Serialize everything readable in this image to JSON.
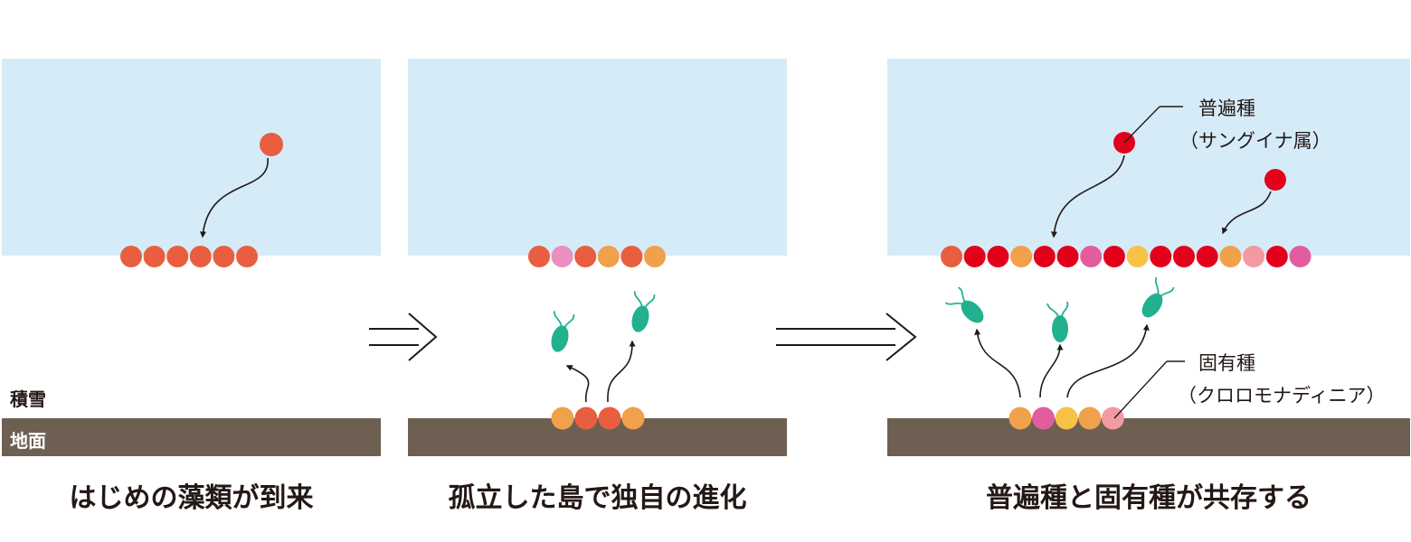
{
  "labels": {
    "snow": "積雪",
    "ground": "地面"
  },
  "panels": [
    {
      "caption": "はじめの藻類が到来"
    },
    {
      "caption": "孤立した島で独自の進化"
    },
    {
      "caption": "普遍種と固有種が共存する"
    }
  ],
  "annotations": {
    "cosmopolitan": {
      "line1": "普遍種",
      "line2": "（サングイナ属）"
    },
    "endemic": {
      "line1": "固有種",
      "line2": "（クロロモナディニア）"
    }
  },
  "colors": {
    "snow": "#d6ebf8",
    "ground": "#6d5f52",
    "orange_red": "#e85e3e",
    "red": "#e3001b",
    "pink": "#ea8fbf",
    "light_orange": "#f1a04b",
    "yellow": "#f7c247",
    "salmon": "#f29aa2",
    "magenta": "#e25d9e",
    "green": "#22b18f",
    "ink": "#231815"
  },
  "cell_rows": [
    [
      "orange_red",
      "orange_red",
      "orange_red",
      "orange_red",
      "orange_red",
      "orange_red"
    ],
    [
      "orange_red",
      "pink",
      "orange_red",
      "light_orange",
      "orange_red",
      "light_orange"
    ],
    [
      "light_orange",
      "orange_red",
      "orange_red",
      "light_orange"
    ],
    [
      "orange_red",
      "red",
      "red",
      "light_orange",
      "red",
      "red",
      "magenta",
      "red",
      "yellow",
      "red",
      "red",
      "red",
      "light_orange",
      "salmon",
      "red",
      "magenta"
    ],
    [
      "light_orange",
      "magenta",
      "yellow",
      "light_orange",
      "salmon"
    ]
  ]
}
